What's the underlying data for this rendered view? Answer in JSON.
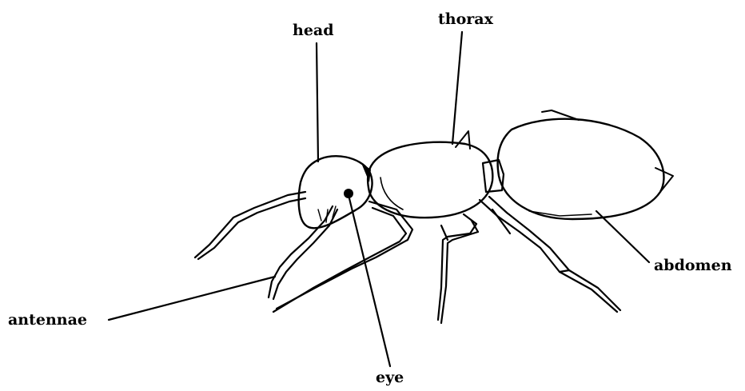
{
  "labels": {
    "head": "head",
    "thorax": "thorax",
    "abdomen": "abdomen",
    "antennae": "antennae",
    "eye": "eye"
  },
  "colors": {
    "ink": "#000000",
    "background": "#ffffff"
  }
}
